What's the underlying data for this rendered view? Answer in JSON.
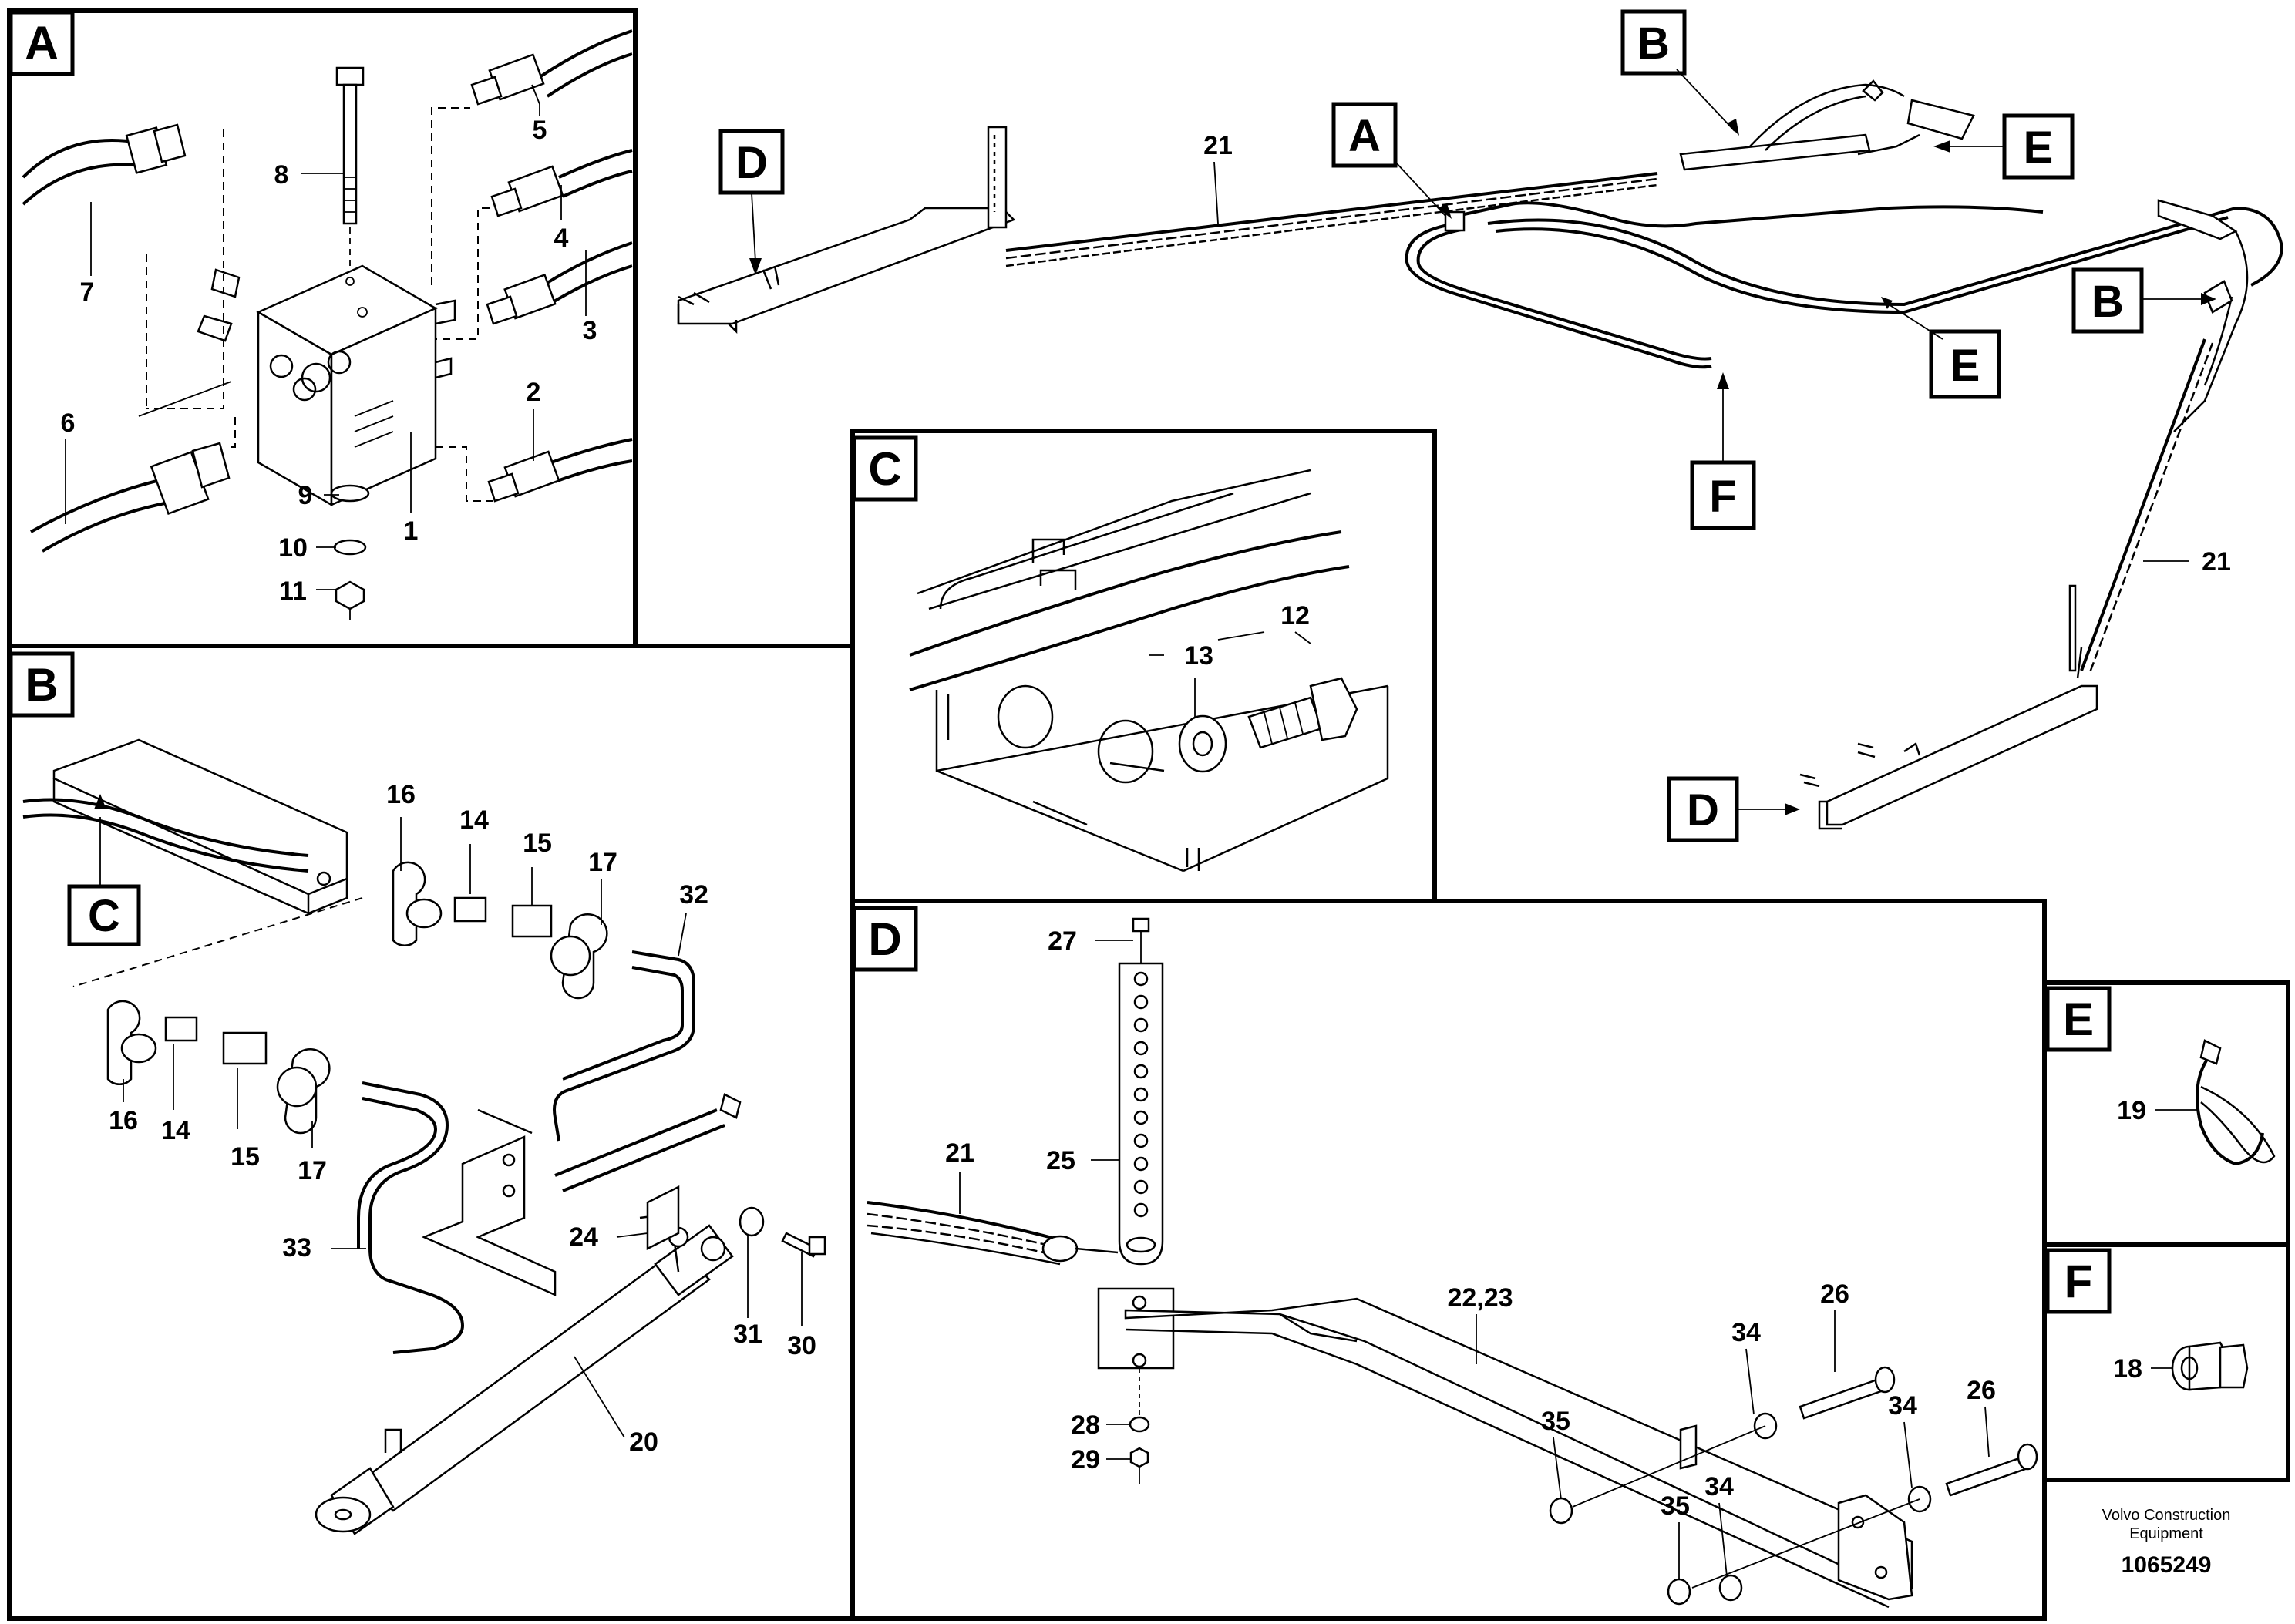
{
  "insets": {
    "A": {
      "letter": "A",
      "labels": [
        "8",
        "5",
        "4",
        "3",
        "2",
        "7",
        "6",
        "9",
        "10",
        "11",
        "1"
      ]
    },
    "B": {
      "letter": "B",
      "labels": [
        "16",
        "14",
        "15",
        "17",
        "32",
        "16",
        "14",
        "15",
        "17",
        "33",
        "24",
        "31",
        "30",
        "20"
      ],
      "tag_c": "C"
    },
    "C": {
      "letter": "C",
      "labels": [
        "12",
        "13"
      ]
    },
    "D": {
      "letter": "D",
      "labels": [
        "27",
        "25",
        "21",
        "22,23",
        "26",
        "34",
        "35",
        "34",
        "26",
        "34",
        "35",
        "28",
        "29"
      ]
    },
    "E": {
      "letter": "E",
      "labels": [
        "19"
      ]
    },
    "F": {
      "letter": "F",
      "labels": [
        "18"
      ]
    }
  },
  "overview": {
    "tags": [
      "D",
      "A",
      "B",
      "E",
      "E",
      "F",
      "B",
      "D"
    ],
    "labels": [
      "21",
      "21"
    ]
  },
  "footer": {
    "brand_line1": "Volvo Construction",
    "brand_line2": "Equipment",
    "drawing_number": "1065249"
  }
}
